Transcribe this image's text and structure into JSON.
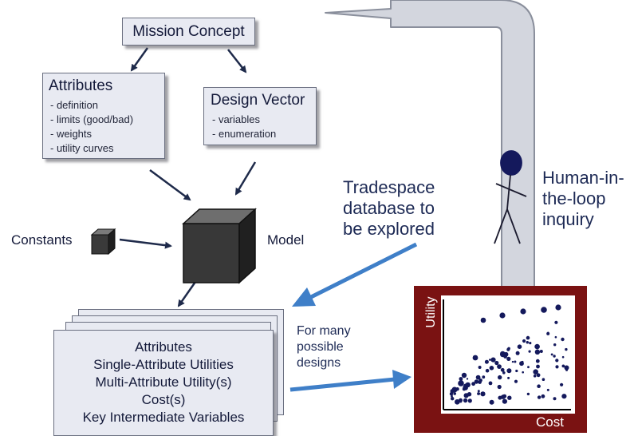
{
  "mission_concept": "Mission Concept",
  "attributes_box": {
    "title": "Attributes",
    "items": [
      "- definition",
      "- limits (good/bad)",
      "- weights",
      "- utility curves"
    ]
  },
  "design_vector_box": {
    "title": "Design Vector",
    "items": [
      "- variables",
      "- enumeration"
    ]
  },
  "constants": "Constants",
  "model": "Model",
  "outputs_stack": {
    "lines": [
      "Attributes",
      "Single-Attribute Utilities",
      "Multi-Attribute Utility(s)",
      "Cost(s)",
      "Key Intermediate Variables"
    ]
  },
  "tradespace_label": [
    "Tradespace",
    "database to",
    "be explored"
  ],
  "many_designs_label": [
    "For many",
    "possible",
    "designs"
  ],
  "human_label": [
    "Human-in-",
    "the-loop",
    "inquiry"
  ],
  "scatter_plot": {
    "y_axis_label": "Utility",
    "x_axis_label": "Cost",
    "frame_color": "#7a1212"
  },
  "colors": {
    "arrow_dark": "#1e2a4a",
    "arrow_blue": "#3f7fc8",
    "big_arrow_fill": "#d3d6de",
    "box_fill": "#e8eaf2"
  }
}
